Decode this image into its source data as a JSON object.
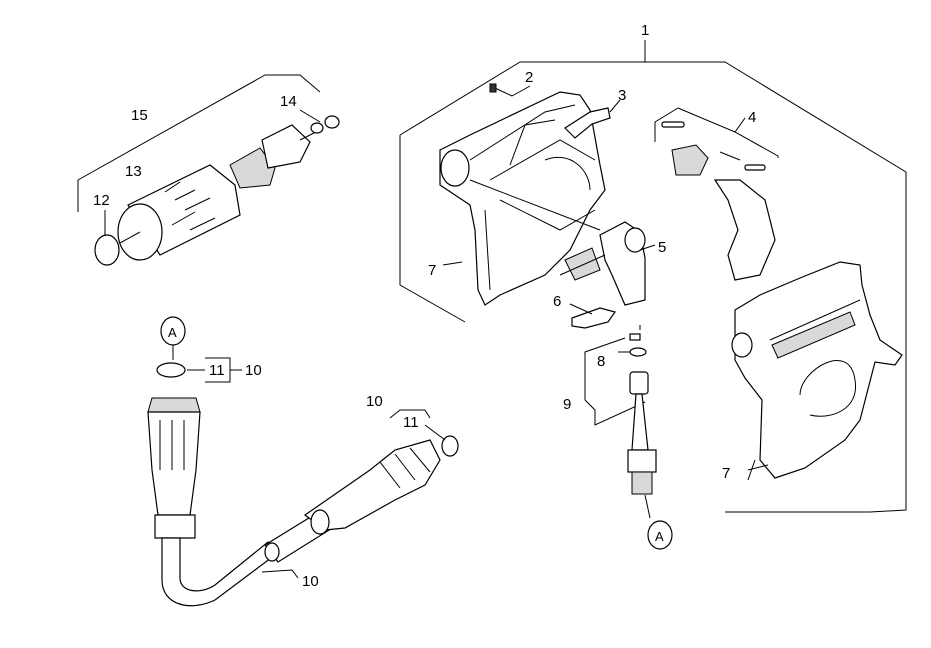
{
  "labels": {
    "p1": "1",
    "p2": "2",
    "p3": "3",
    "p4": "4",
    "p5": "5",
    "p6": "6",
    "p7a": "7",
    "p7b": "7",
    "p8": "8",
    "p9": "9",
    "p10a": "10",
    "p10b": "10",
    "p10c": "10",
    "p11a": "11",
    "p11b": "11",
    "p12": "12",
    "p13": "13",
    "p14": "14",
    "p15": "15",
    "connA1": "A",
    "connA2": "A"
  },
  "colors": {
    "line": "#000000",
    "fill": "#ffffff",
    "shade": "#d9d9d9"
  }
}
